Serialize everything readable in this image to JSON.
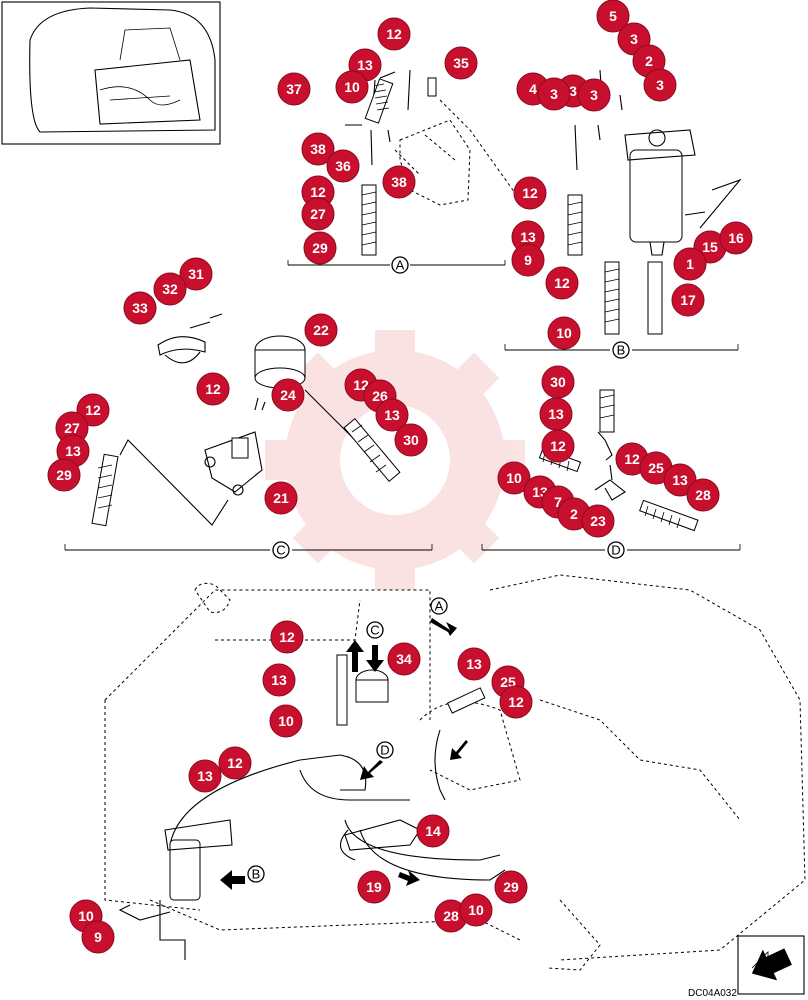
{
  "drawing_code": "DC04A032",
  "views": [
    "A",
    "B",
    "C",
    "D"
  ],
  "callouts_view_a": [
    "12",
    "13",
    "10",
    "35",
    "37",
    "38",
    "36",
    "38",
    "12",
    "27",
    "29"
  ],
  "callouts_view_b": [
    "5",
    "3",
    "3",
    "2",
    "3",
    "4",
    "3",
    "3",
    "12",
    "13",
    "9",
    "12",
    "10",
    "15",
    "16",
    "1",
    "17"
  ],
  "callouts_view_c": [
    "31",
    "32",
    "33",
    "22",
    "12",
    "24",
    "12",
    "26",
    "13",
    "30",
    "12",
    "27",
    "13",
    "29",
    "21"
  ],
  "callouts_view_d": [
    "30",
    "13",
    "12",
    "10",
    "13",
    "7",
    "2",
    "23",
    "12",
    "25",
    "13",
    "28"
  ],
  "callouts_main": [
    "12",
    "13",
    "10",
    "34",
    "13",
    "25",
    "12",
    "12",
    "13",
    "14",
    "19",
    "28",
    "10",
    "29",
    "10",
    "9"
  ],
  "view_markers_main": [
    "A",
    "C",
    "D",
    "B"
  ]
}
